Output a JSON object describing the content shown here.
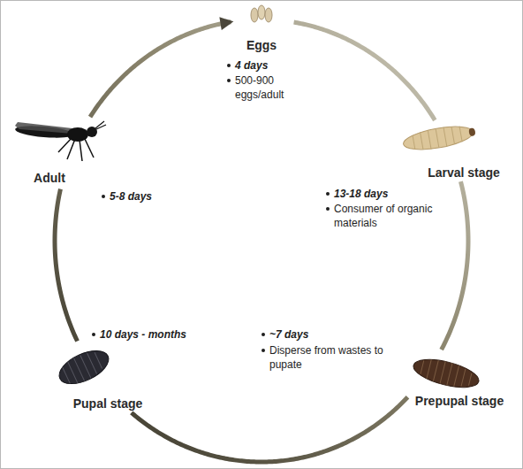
{
  "diagram": {
    "nodes": [
      {
        "text": [
          "Eggs",
          "4 days",
          "500-900 eggs/adult"
        ]
      },
      {
        "text": [
          "Larval stage",
          "13-18 days",
          "Consumer of organic materials"
        ]
      },
      {
        "text": [
          "Prepupal stage",
          "~7 days",
          "Disperse from wastes to pupate"
        ]
      },
      {
        "text": [
          "Pupal stage",
          "10 days - months"
        ]
      },
      {
        "text": [
          "Adult",
          "5-8 days"
        ]
      }
    ],
    "edges": [
      {
        "from": 0,
        "to": 1,
        "arrow": "none"
      },
      {
        "from": 1,
        "to": 2,
        "arrow": "none"
      },
      {
        "from": 2,
        "to": 3,
        "arrow": "none"
      },
      {
        "from": 3,
        "to": 4,
        "arrow": "none"
      },
      {
        "from": 4,
        "to": 0,
        "arrow": "to"
      }
    ]
  }
}
